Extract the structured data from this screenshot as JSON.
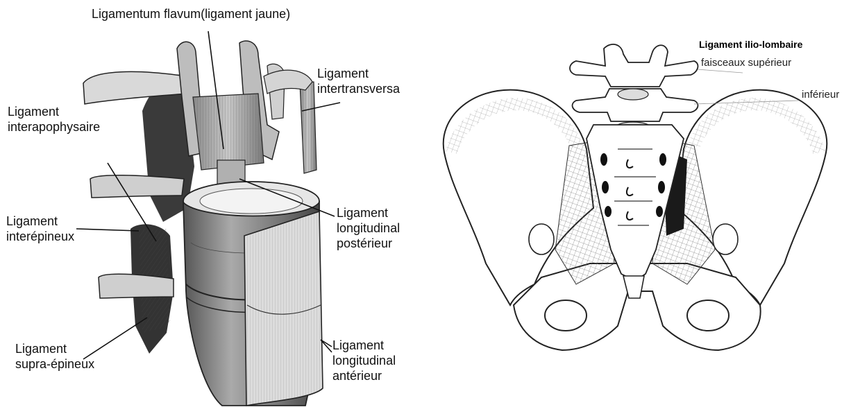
{
  "left_figure": {
    "labels": {
      "flavum": "Ligamentum flavum(ligament jaune)",
      "intertransversaire": [
        "Ligament",
        "intertransversa"
      ],
      "interapophysaire": [
        "Ligament",
        "interapophysaire"
      ],
      "interepineux": [
        "Ligament",
        "interépineux"
      ],
      "supraepineux": [
        "Ligament",
        "supra-épineux"
      ],
      "long_posterieur": [
        "Ligament",
        "longitudinal",
        "postérieur"
      ],
      "long_anterieur": [
        "Ligament",
        "longitudinal",
        "antérieur"
      ]
    }
  },
  "right_figure": {
    "labels": {
      "ilio_lombaire": "Ligament ilio-lombaire",
      "superieur": "faisceaux supérieur",
      "inferieur": "inférieur"
    }
  }
}
